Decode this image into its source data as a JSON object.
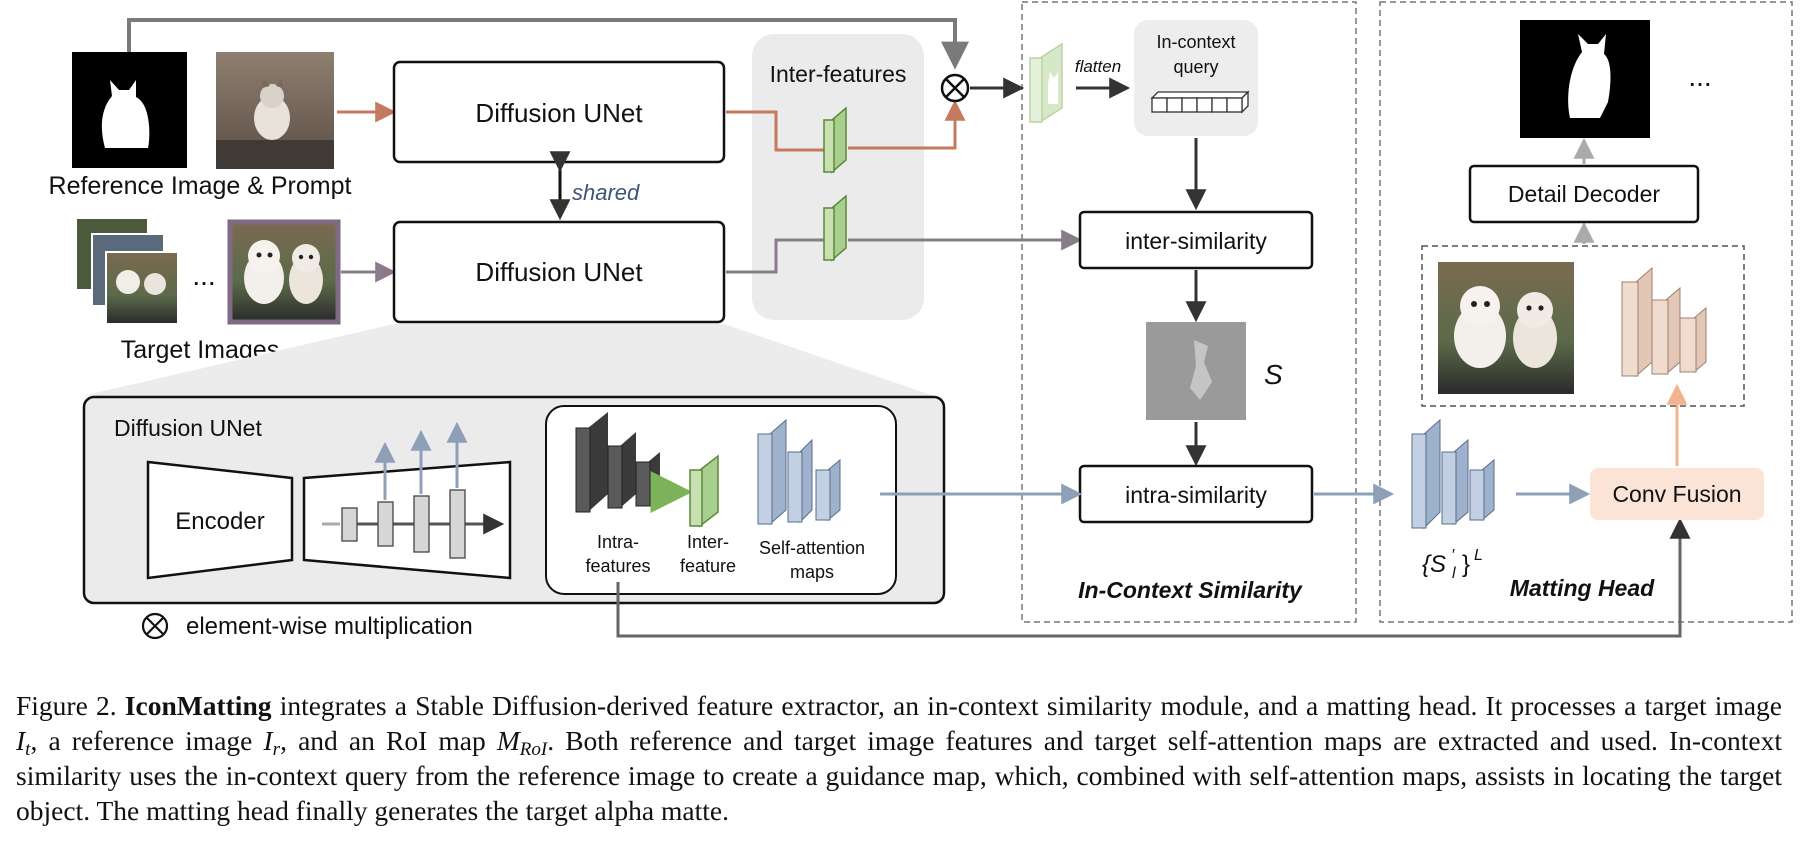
{
  "diagram": {
    "reference_label": "Reference Image & Prompt",
    "target_label": "Target Images",
    "ellipsis": "...",
    "unet_top": "Diffusion UNet",
    "unet_bottom": "Diffusion UNet",
    "shared_label": "shared",
    "inter_features_title": "Inter-features",
    "flatten_label": "flatten",
    "in_context_query": [
      "In-context",
      "query"
    ],
    "inter_similarity": "inter-similarity",
    "intra_similarity": "intra-similarity",
    "s_symbol": "S",
    "in_context_section": "In-Context Similarity",
    "detail_decoder": "Detail Decoder",
    "conv_fusion": "Conv Fusion",
    "s_prime_symbol": "{S",
    "s_prime_sup": "′",
    "s_prime_sub": "l",
    "s_prime_close": "}",
    "s_prime_exp": "L",
    "matting_head_section": "Matting Head",
    "unet_detail_title": "Diffusion UNet",
    "encoder": "Encoder",
    "intra_features": [
      "Intra-",
      "features"
    ],
    "inter_feature": [
      "Inter-",
      "feature"
    ],
    "self_attention_maps": [
      "Self-attention",
      "maps"
    ],
    "legend_symbol": "⊗",
    "legend_text": "element-wise multiplication",
    "colors": {
      "reference_arrow": "#c47a5f",
      "target_arrow": "#8a7a8c",
      "attention_arrow": "#8ea0b8",
      "fusion_box": "#fbe3d6",
      "feature_green": "#c8e0b0",
      "attention_blue": "#c3cfe2",
      "panel_gray": "#ebebeb"
    },
    "icons": [
      "cat-mask-icon",
      "cat-photo-icon",
      "target-stack-icon",
      "dogs-photo-icon",
      "similarity-map-icon",
      "alpha-matte-icon"
    ]
  },
  "caption": {
    "figure_label": "Figure 2.",
    "model_name": "IconMatting",
    "text_1": " integrates a Stable Diffusion-derived feature extractor, an in-context similarity module, and a matting head. It processes a target image ",
    "it_base": "I",
    "it_sub": "t",
    "text_2": ", a reference image ",
    "ir_base": "I",
    "ir_sub": "r",
    "text_3": ", and an RoI map ",
    "m_base": "M",
    "m_sub": "RoI",
    "text_4": ". Both reference and target image features and target self-attention maps are extracted and used. In-context similarity uses the in-context query from the reference image to create a guidance map, which, combined with self-attention maps, assists in locating the target object. The matting head finally generates the target alpha matte."
  }
}
